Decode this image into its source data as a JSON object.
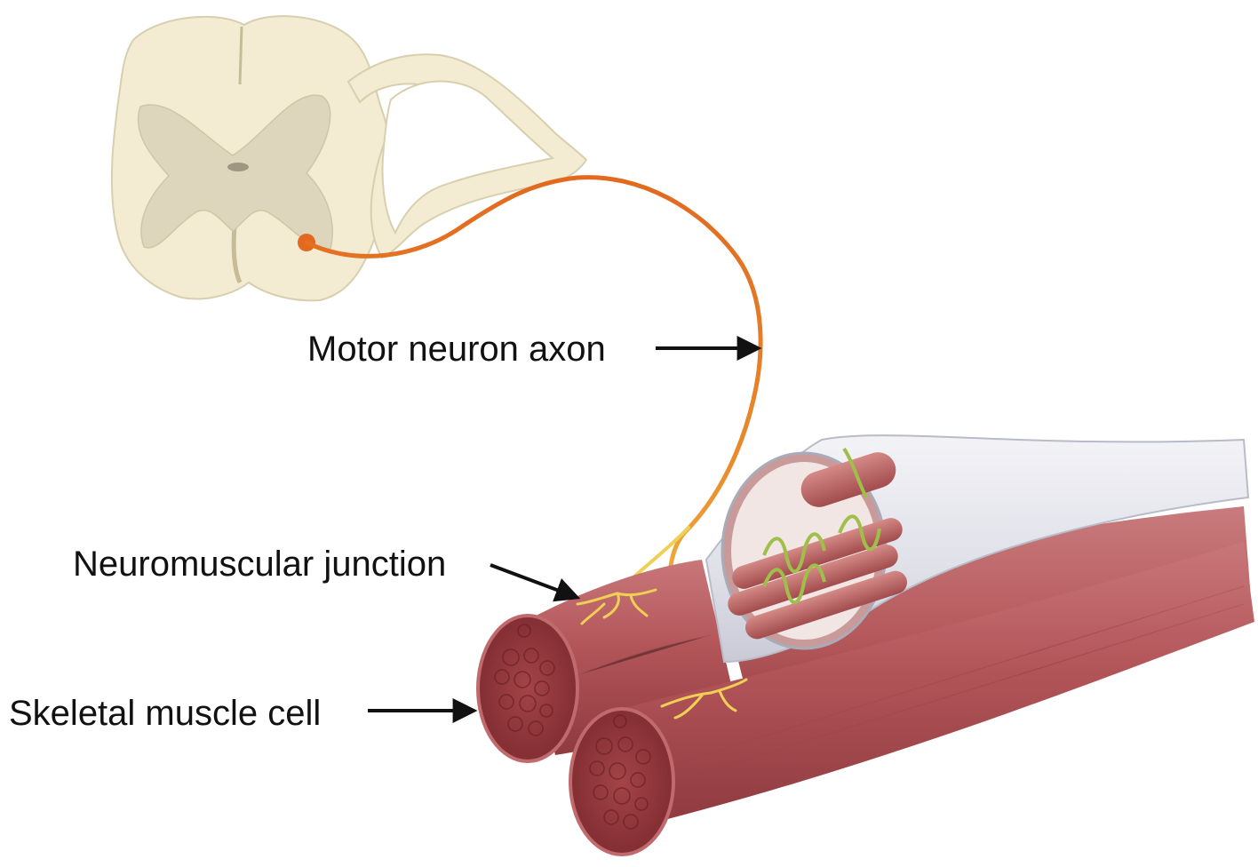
{
  "labels": {
    "motor_neuron_axon": "Motor neuron axon",
    "neuromuscular_junction": "Neuromuscular junction",
    "skeletal_muscle_cell": "Skeletal muscle cell"
  },
  "icons": {
    "spinal_cord": "spinal-cord-cross-section",
    "axon": "motor-neuron-axon",
    "muscle": "skeletal-muscle-fibers",
    "pointer": "arrow-right"
  },
  "colors": {
    "spinal_white_matter": "#f3ecd2",
    "spinal_gray_matter": "#ddd6bd",
    "axon": "#e2691f",
    "nerve_terminal": "#f0cf56",
    "muscle": "#b45a58",
    "muscle_cut_face": "#8f3437",
    "sheath": "#e4e5ec",
    "myofibril_wrap": "#9fbf4a"
  }
}
